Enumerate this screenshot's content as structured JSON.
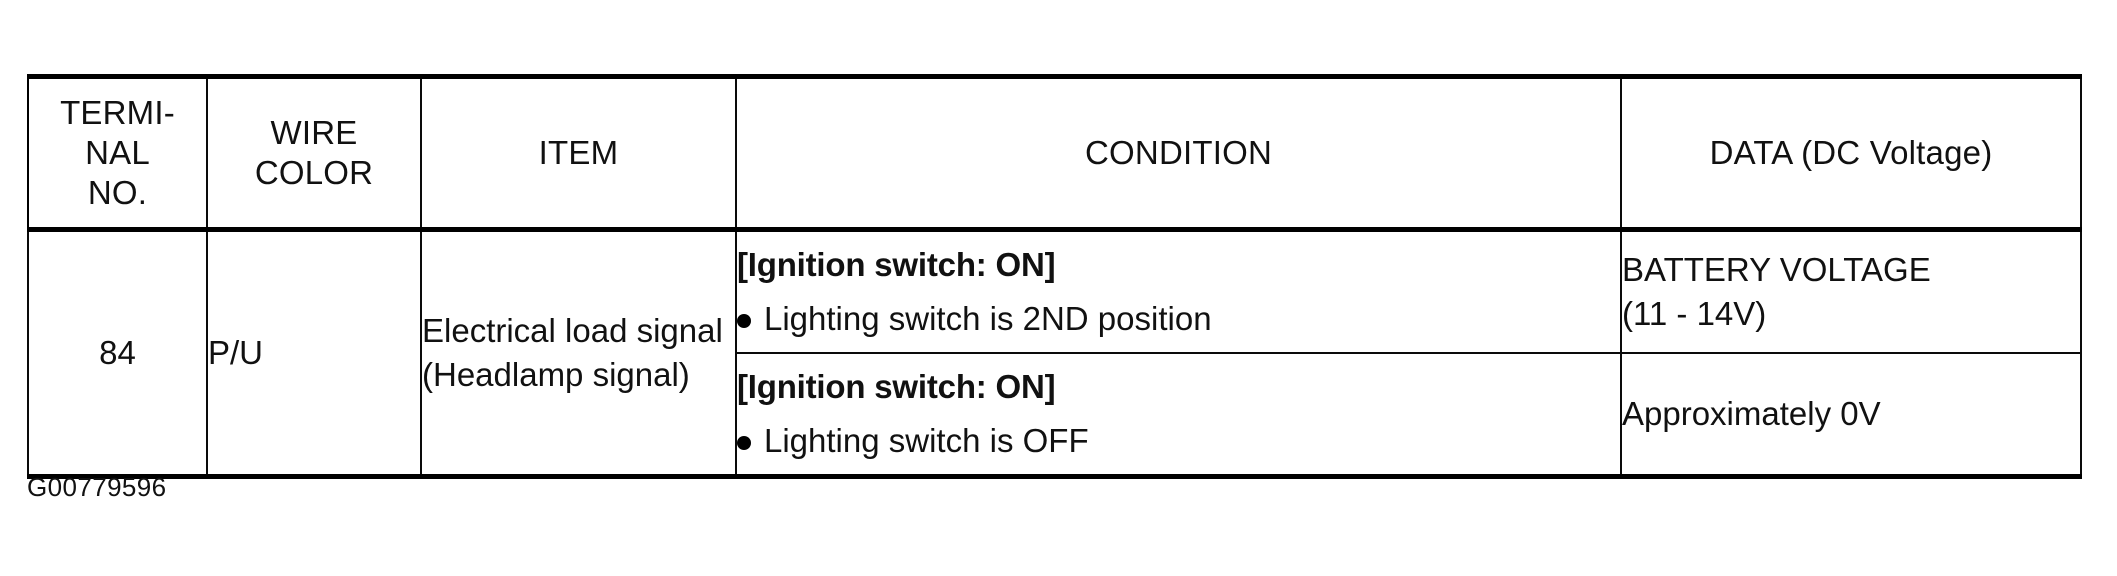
{
  "table": {
    "headers": [
      {
        "id": "terminal-no",
        "lines": [
          "TERMI-",
          "NAL",
          "NO."
        ]
      },
      {
        "id": "wire-color",
        "lines": [
          "WIRE",
          "COLOR"
        ]
      },
      {
        "id": "item",
        "lines": [
          "ITEM"
        ]
      },
      {
        "id": "condition",
        "lines": [
          "CONDITION"
        ]
      },
      {
        "id": "data",
        "lines": [
          "DATA (DC Voltage)"
        ]
      }
    ],
    "rows": [
      {
        "terminal_no": "84",
        "wire_color": "P/U",
        "item_lines": [
          "Electrical load signal",
          "(Headlamp signal)"
        ],
        "conditions": [
          {
            "heading": "[Ignition switch: ON]",
            "bullet": "Lighting switch is 2ND position",
            "data_lines": [
              "BATTERY VOLTAGE",
              "(11 - 14V)"
            ]
          },
          {
            "heading": "[Ignition switch: ON]",
            "bullet": "Lighting switch is OFF",
            "data_lines": [
              "Approximately 0V"
            ]
          }
        ]
      }
    ]
  },
  "figure": {
    "id_label": "G00779596"
  },
  "colors": {
    "ink": "#000000",
    "paper": "#ffffff"
  }
}
